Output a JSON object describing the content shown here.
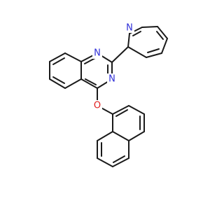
{
  "molecule": {
    "labels": {
      "n_pyridine": "N",
      "n1_quinazoline": "N",
      "n3_quinazoline": "N",
      "o_ether": "O"
    },
    "colors": {
      "bond": "#1a1a1a",
      "nitrogen": "#2f2fd8",
      "oxygen": "#e11d1d",
      "background": "#ffffff"
    }
  }
}
